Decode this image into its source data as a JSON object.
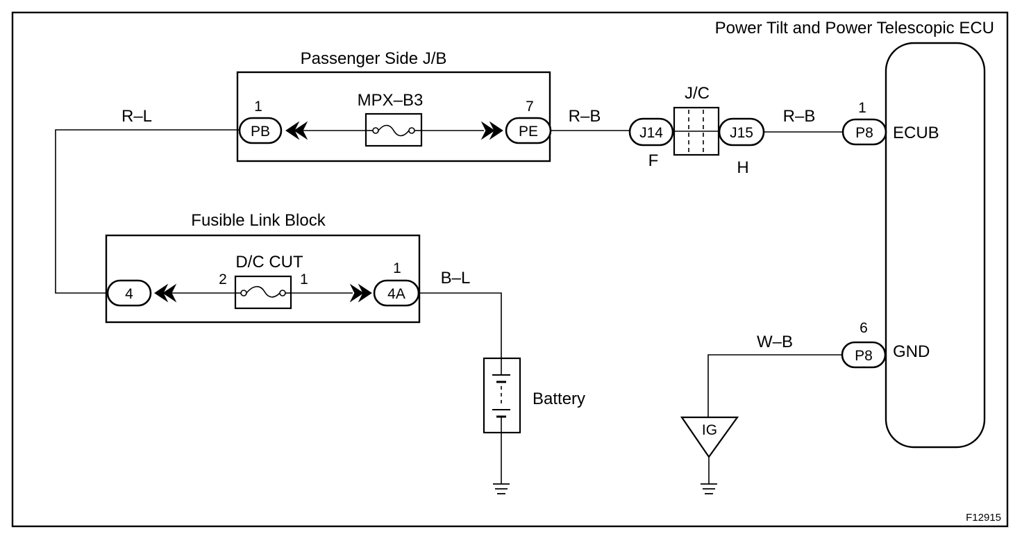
{
  "figure_id": "F12915",
  "ecu": {
    "title": "Power Tilt and Power Telescopic ECU",
    "terminal_ecub": "ECUB",
    "terminal_gnd": "GND",
    "ecub_pin": "1",
    "gnd_pin": "6",
    "connector_top": "P8",
    "connector_bottom": "P8"
  },
  "passenger_jb": {
    "title": "Passenger Side J/B",
    "fuse": "MPX–B3",
    "left_connector": "PB",
    "left_pin": "1",
    "right_connector": "PE",
    "right_pin": "7"
  },
  "jc": {
    "title": "J/C",
    "left_connector": "J14",
    "left_letter": "F",
    "right_connector": "J15",
    "right_letter": "H"
  },
  "fusible_link_block": {
    "title": "Fusible Link Block",
    "fuse": "D/C CUT",
    "fuse_pin_left": "2",
    "fuse_pin_right": "1",
    "left_connector": "4",
    "right_connector": "4A",
    "right_pin": "1"
  },
  "battery": {
    "label": "Battery"
  },
  "ground_point": {
    "label": "IG"
  },
  "wires": {
    "rl": "R–L",
    "rb_left": "R–B",
    "rb_right": "R–B",
    "bl": "B–L",
    "wb": "W–B"
  }
}
